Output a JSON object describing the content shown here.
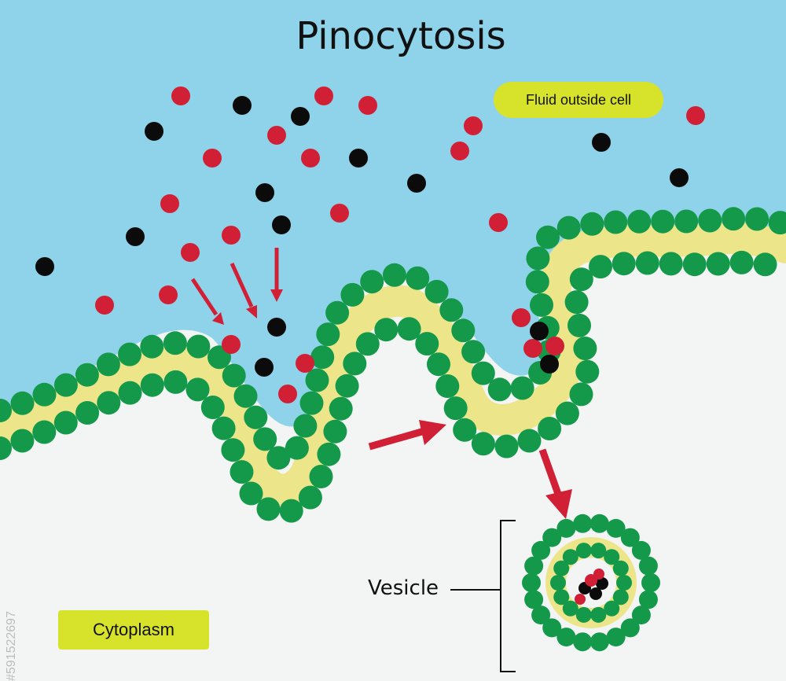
{
  "title": "Pinocytosis",
  "labels": {
    "fluid_outside_cell": "Fluid outside cell",
    "cytoplasm": "Cytoplasm",
    "vesicle": "Vesicle"
  },
  "watermark": "#591522697",
  "colors": {
    "fluid": "#8fd3ea",
    "cytoplasm": "#f3f4f4",
    "phospholipid_head": "#14994a",
    "membrane_core": "#ede58a",
    "solute_red": "#d11f35",
    "solute_black": "#0b0b0b",
    "arrow": "#d11f35",
    "label_pill": "#d7e22a"
  },
  "icons": [
    "red-solute-dot",
    "black-solute-dot",
    "arrow-icon",
    "bracket-icon"
  ]
}
